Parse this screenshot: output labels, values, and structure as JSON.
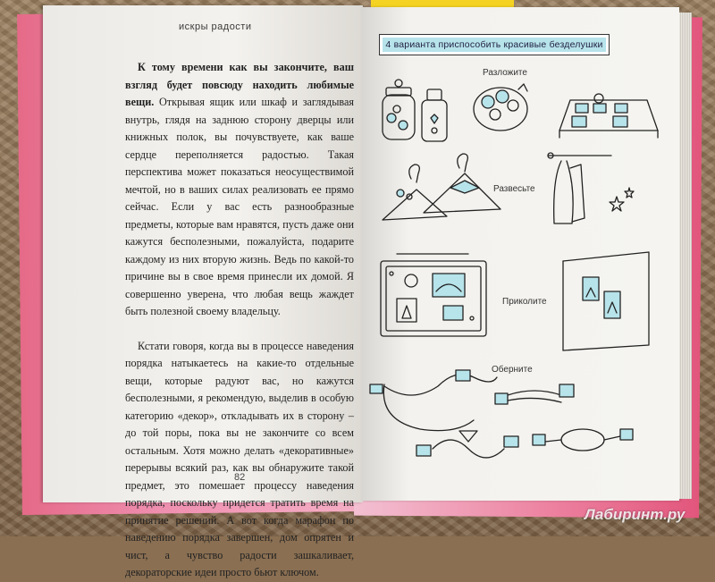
{
  "left_page": {
    "running_head": "искры радости",
    "paragraph_1_bold": "К тому времени как вы закончите, ваш взгляд будет повсюду находить любимые вещи.",
    "paragraph_1_rest": " Открывая ящик или шкаф и заглядывая внутрь, глядя на заднюю сторону дверцы или книжных полок, вы почувствуете, как ваше сердце переполняется радостью. Такая перспектива может показаться неосуществимой мечтой, но в ваших силах реализовать ее прямо сейчас. Если у вас есть разнообразные предметы, которые вам нравятся, пусть даже они кажутся бесполезными, пожалуйста, подарите каждому из них вторую жизнь. Ведь по какой-то причине вы в свое время принесли их домой. Я совершенно уверена, что любая вещь жаждет быть полезной своему владельцу.",
    "paragraph_2": "Кстати говоря, когда вы в процессе наведения порядка натыкаетесь на какие-то отдельные вещи, которые радуют вас, но кажутся бесполезными, я рекомендую, выделив в особую категорию «декор», откладывать их в сторону – до той поры, пока вы не закончите со всем остальным. Хотя можно делать «декоративные» перерывы всякий раз, как вы обнаружите такой предмет, это помешает процессу наведения порядка, поскольку придется тратить время на принятие решений. А вот когда марафон по наведению порядка завершен, дом опрятен и чист, а чувство радости зашкаливает, декораторские идеи просто бьют ключом.",
    "page_number": "82"
  },
  "right_page": {
    "banner": "4 варианта приспособить красивые безделушки",
    "captions": [
      "Разложите",
      "Развесьте",
      "Приколите",
      "Оберните"
    ]
  },
  "watermark": "Лабиринт.ру",
  "colors": {
    "accent_light_blue": "#b7e3ea",
    "cover_pink": "#e56a88",
    "tab_yellow": "#f5d322"
  }
}
